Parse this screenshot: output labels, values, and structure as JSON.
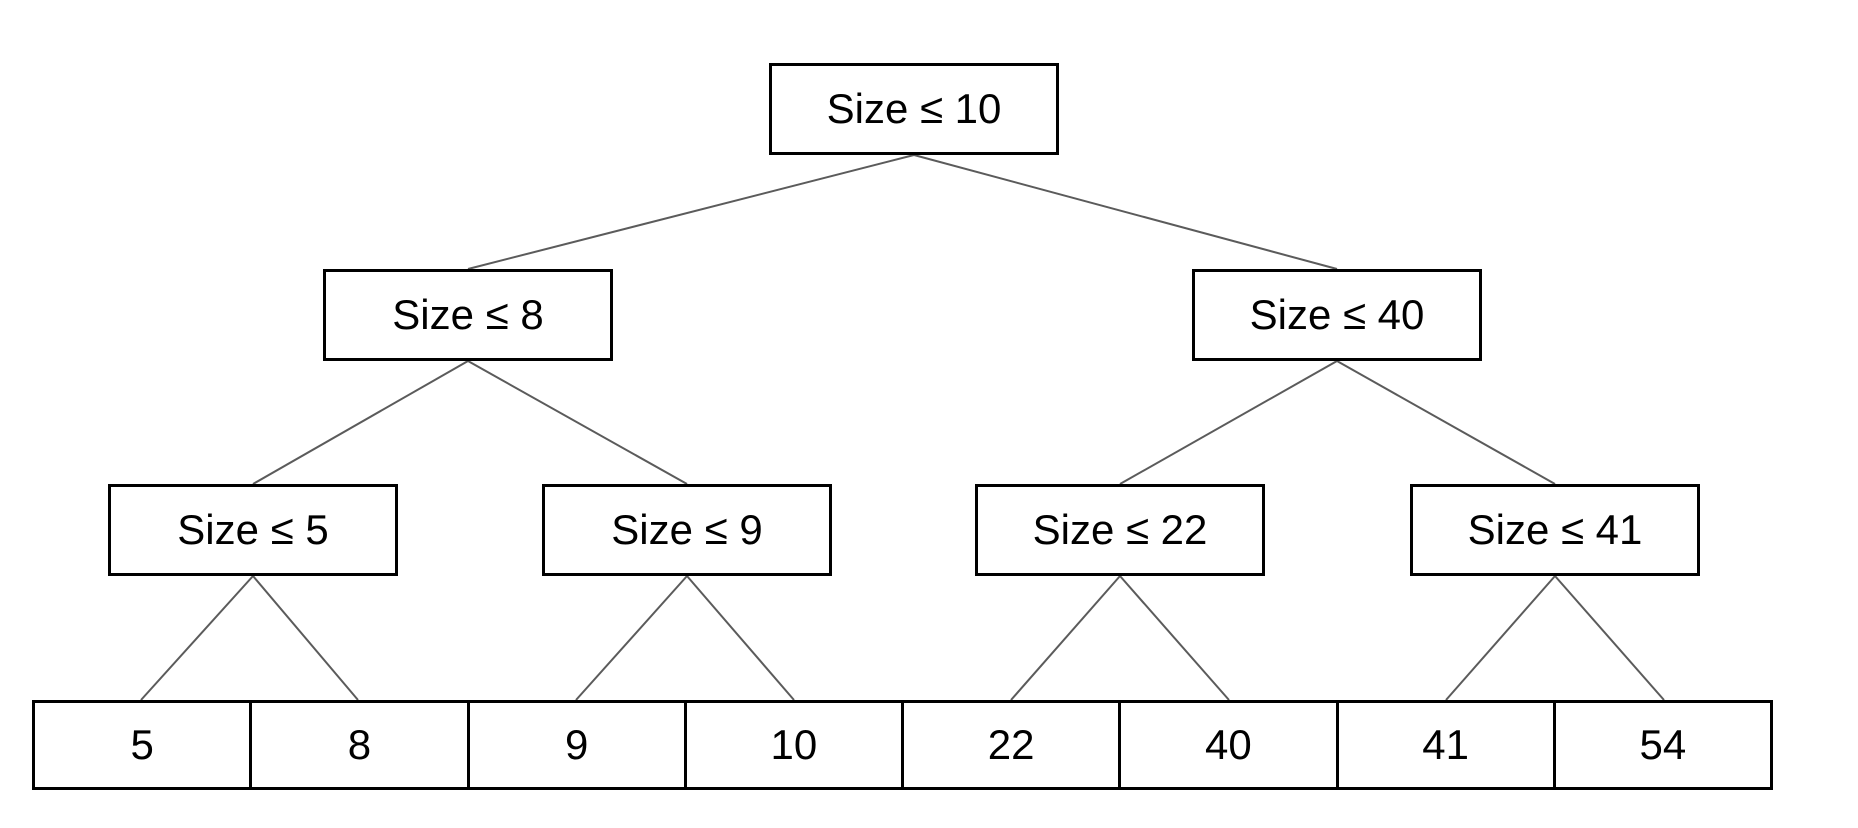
{
  "colors": {
    "background": "#ffffff",
    "node_fill": "#ffffff",
    "node_border": "#000000",
    "edge": "#5b5b5b",
    "text": "#000000"
  },
  "tree": {
    "nodes": [
      {
        "id": "size-10",
        "label": "Size ≤ 10"
      },
      {
        "id": "size-8",
        "label": "Size ≤ 8"
      },
      {
        "id": "size-40",
        "label": "Size ≤ 40"
      },
      {
        "id": "size-5",
        "label": "Size ≤ 5"
      },
      {
        "id": "size-9",
        "label": "Size ≤ 9"
      },
      {
        "id": "size-22",
        "label": "Size ≤ 22"
      },
      {
        "id": "size-41",
        "label": "Size ≤ 41"
      }
    ],
    "leaves": [
      "5",
      "8",
      "9",
      "10",
      "22",
      "40",
      "41",
      "54"
    ]
  }
}
